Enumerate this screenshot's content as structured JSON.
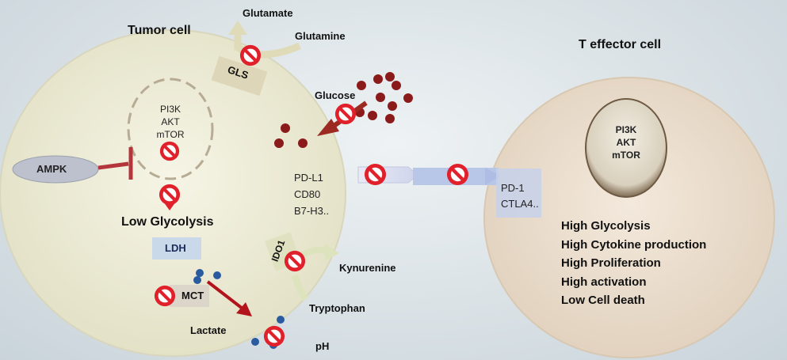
{
  "tumor_cell": {
    "title": "Tumor cell",
    "nucleus": [
      "PI3K",
      "AKT",
      "mTOR"
    ],
    "ampk": "AMPK",
    "low_glycolysis": "Low Glycolysis",
    "gls": "GLS",
    "glutamate": "Glutamate",
    "glutamine": "Glutamine",
    "glucose": "Glucose",
    "ligands": [
      "PD-L1",
      "CD80",
      "B7-H3.."
    ],
    "ido1": "IDO1",
    "kynurenine": "Kynurenine",
    "tryptophan": "Tryptophan",
    "ldh": "LDH",
    "mct": "MCT",
    "lactate": "Lactate",
    "ph": "pH"
  },
  "t_cell": {
    "title": "T effector cell",
    "nucleus": [
      "PI3K",
      "AKT",
      "mTOR"
    ],
    "receptors": [
      "PD-1",
      "CTLA4.."
    ],
    "effects": [
      "High Glycolysis",
      "High Cytokine production",
      "High Proliferation",
      "High activation",
      "Low Cell death"
    ]
  },
  "colors": {
    "tumor_cell_fill": "#f1efdc",
    "t_cell_fill": "#efe2d2",
    "inhibitor_red": "#e0202a",
    "glucose_dot": "#8b1a1a",
    "proton_dot": "#2a5aa0",
    "receptor_blue": "#b8c6e8"
  },
  "icons": [
    "no-symbol-icon",
    "inhibition-bar-icon",
    "arrow-icon"
  ]
}
